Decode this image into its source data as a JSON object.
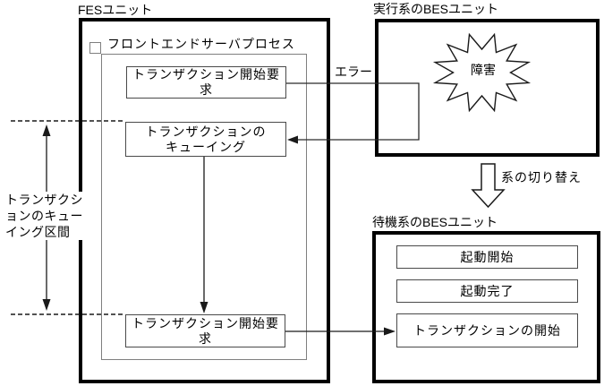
{
  "fes_unit": {
    "title": "FESユニット",
    "process_label": "フロントエンドサーバプロセス",
    "start_request_top": "トランザクション開始要求",
    "queuing_line1": "トランザクションの",
    "queuing_line2": "キューイング",
    "start_request_bottom": "トランザクション開始要求"
  },
  "active_bes": {
    "title": "実行系のBESユニット",
    "failure": "障害"
  },
  "standby_bes": {
    "title": "待機系のBESユニット",
    "startup_start": "起動開始",
    "startup_complete": "起動完了",
    "transaction_start": "トランザクションの開始"
  },
  "annotations": {
    "error": "エラー",
    "system_switch": "系の切り替え",
    "queuing_interval": "トランザクションのキューイング区間"
  },
  "colors": {
    "line": "#1a1a1a",
    "unit_border": "#000000",
    "flow_border": "#4a4a4a",
    "process_border": "#7f7f7f",
    "background": "#ffffff"
  }
}
